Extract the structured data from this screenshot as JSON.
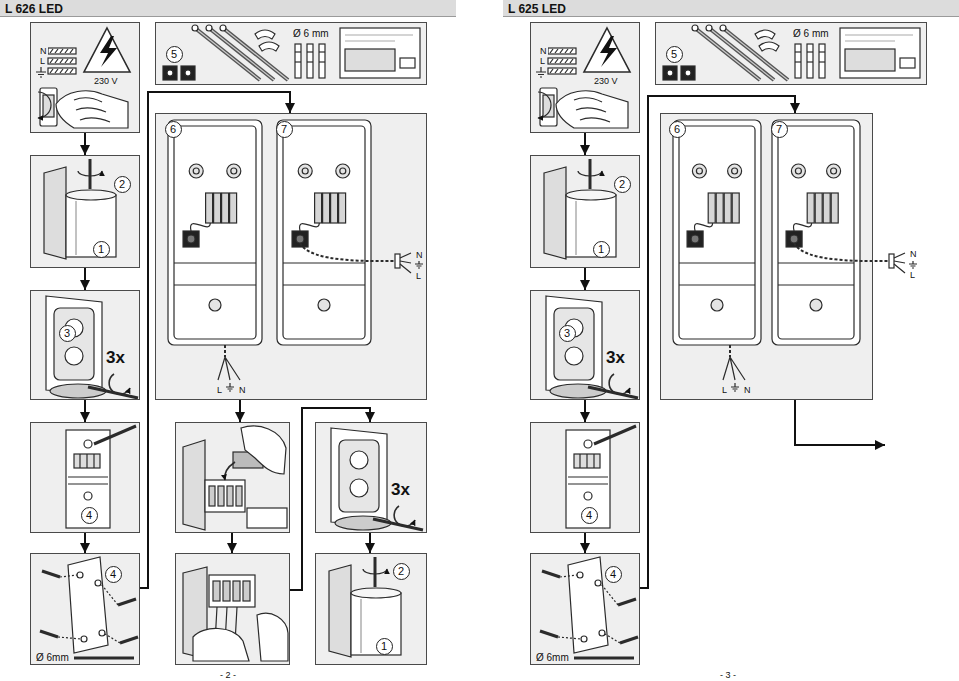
{
  "diagram": {
    "nodes": [
      {
        "text": [
          "L 626 LED"
        ]
      },
      {
        "text": [
          "N",
          "L",
          "230 V"
        ]
      },
      {
        "text": [
          "5",
          "Ø 6 mm"
        ]
      },
      {
        "text": [
          "2",
          "1"
        ]
      },
      {
        "text": [
          "3",
          "3x"
        ]
      },
      {
        "text": [
          "4"
        ]
      },
      {
        "text": [
          "4",
          "Ø 6mm"
        ]
      },
      {
        "text": [
          "6",
          "7",
          "L",
          "N",
          "N",
          "L"
        ]
      },
      {
        "text": []
      },
      {
        "text": []
      },
      {
        "text": [
          "3x"
        ]
      },
      {
        "text": [
          "2",
          "1"
        ]
      },
      {
        "text": [
          "L 625 LED"
        ]
      },
      {
        "text": [
          "N",
          "L",
          "230 V"
        ]
      },
      {
        "text": [
          "5",
          "Ø 6 mm"
        ]
      },
      {
        "text": [
          "2",
          "1"
        ]
      },
      {
        "text": [
          "3",
          "3x"
        ]
      },
      {
        "text": [
          "4"
        ]
      },
      {
        "text": [
          "4",
          "Ø 6mm"
        ]
      },
      {
        "text": [
          "6",
          "7",
          "L",
          "N"
        ]
      }
    ],
    "edges": [
      {
        "from": 1,
        "to": 3,
        "arrow": "to"
      },
      {
        "from": 3,
        "to": 4,
        "arrow": "to"
      },
      {
        "from": 4,
        "to": 5,
        "arrow": "to"
      },
      {
        "from": 5,
        "to": 6,
        "arrow": "to"
      },
      {
        "from": 6,
        "to": 7,
        "arrow": "to"
      },
      {
        "from": 7,
        "to": 8,
        "arrow": "to"
      },
      {
        "from": 8,
        "to": 9,
        "arrow": "to"
      },
      {
        "from": 9,
        "to": 10,
        "arrow": "to"
      },
      {
        "from": 10,
        "to": 11,
        "arrow": "to"
      },
      {
        "from": 13,
        "to": 15,
        "arrow": "to"
      },
      {
        "from": 15,
        "to": 16,
        "arrow": "to"
      },
      {
        "from": 16,
        "to": 17,
        "arrow": "to"
      },
      {
        "from": 17,
        "to": 18,
        "arrow": "to"
      },
      {
        "from": 18,
        "to": 19,
        "arrow": "to"
      }
    ],
    "labels": [
      "- 2 -",
      "N",
      "L",
      "- 3 -"
    ]
  }
}
